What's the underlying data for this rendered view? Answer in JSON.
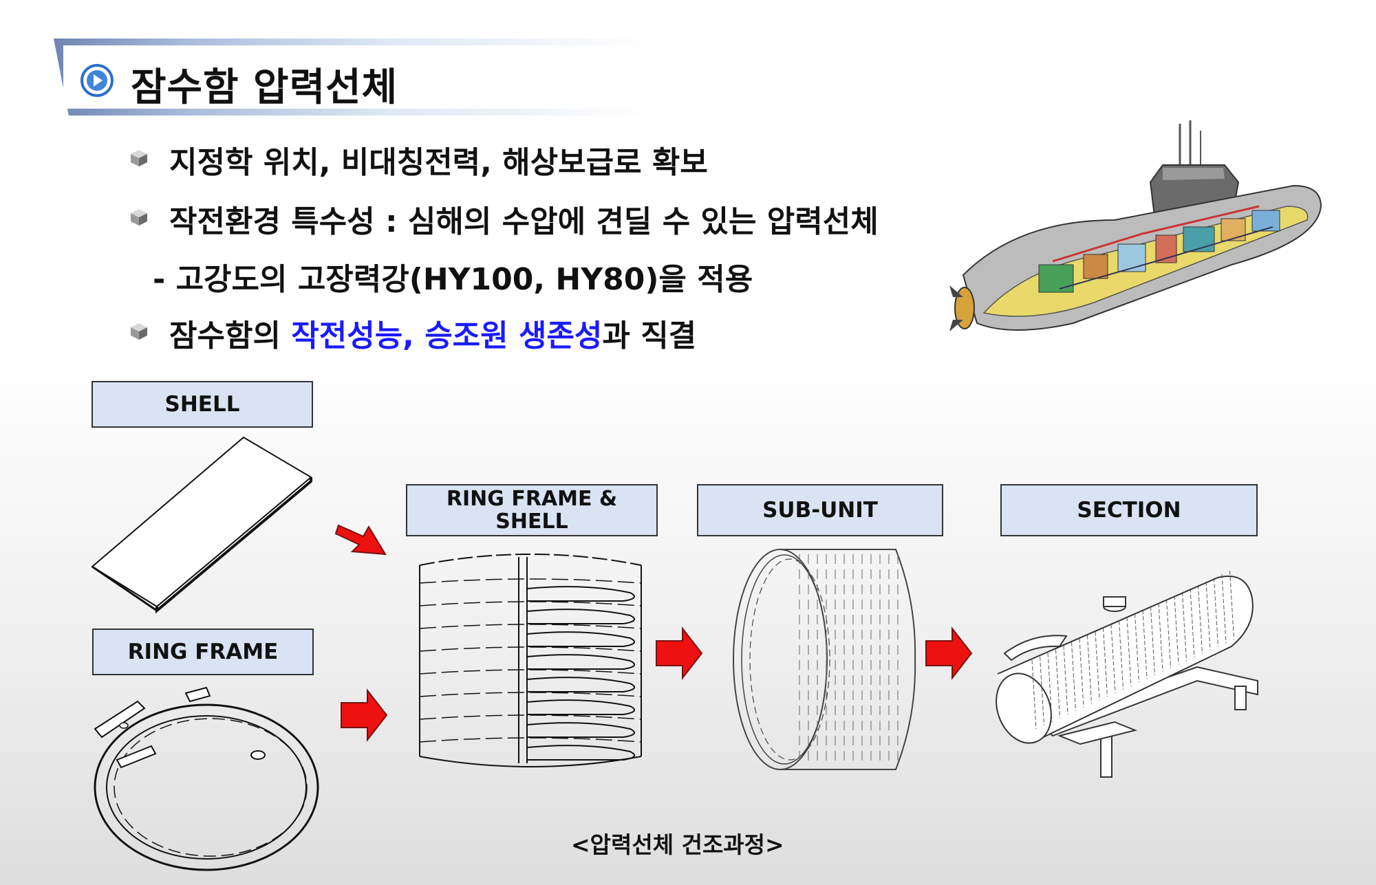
{
  "title": "잠수함 압력선체",
  "bullets": {
    "b1": "지정학 위치, 비대칭전력, 해상보급로 확보",
    "b2": "작전환경 특수성 : 심해의 수압에 견딜 수 있는 압력선체",
    "b2_sub": "- 고강도의 고장력강(HY100, HY80)을 적용",
    "b3_pre": "잠수함의 ",
    "b3_highlight": "작전성능, 승조원 생존성",
    "b3_post": "과 직결"
  },
  "diagram": {
    "shell_label": "SHELL",
    "ring_frame_label": "RING FRAME",
    "ring_frame_shell_label_1": "RING FRAME &",
    "ring_frame_shell_label_2": "SHELL",
    "sub_unit_label": "SUB-UNIT",
    "section_label": "SECTION",
    "caption": "<압력선체 건조과정>"
  },
  "colors": {
    "highlight": "#1a1aff",
    "label_fill": "#d9e3f3",
    "arrow": "#ee1111",
    "banner": "#6f86b3"
  },
  "icons": {
    "title": "play-circle-icon",
    "bullet": "cube-bullet-icon",
    "arrow": "red-arrow-icon"
  }
}
